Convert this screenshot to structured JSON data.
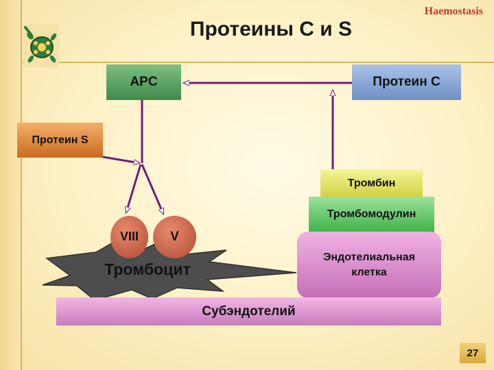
{
  "header": {
    "brand": "Haemostasis",
    "title": "Протеины С и S"
  },
  "nodes": {
    "apc": "APC",
    "protein_c": "Протеин С",
    "protein_s": "Протеин S",
    "thrombin": "Тромбин",
    "thrombomodulin": "Тромбомодулин",
    "endothelial_cell": "Эндотелиальная клетка",
    "subendothelium": "Субэндотелий",
    "factor_viii": "VIII",
    "factor_v": "V",
    "platelet": "Тромбоцит"
  },
  "footer": {
    "page_number": "27"
  },
  "colors": {
    "arrow": "#6b1e7a",
    "apc_box": "#4f9a59",
    "protein_c_box": "#7f9fd0",
    "protein_s_box": "#dc7f33",
    "thrombin_box": "#e6e660",
    "thrombomodulin_box": "#5cc463",
    "endothelial_box": "#d887c8",
    "subendothelium_box": "#d98dcc",
    "factor_circles": "#c7583c",
    "platelet_shape": "#4d4d4d",
    "brand_text": "#c0392b"
  },
  "icons": {
    "logo": "turtle-logo-icon"
  }
}
